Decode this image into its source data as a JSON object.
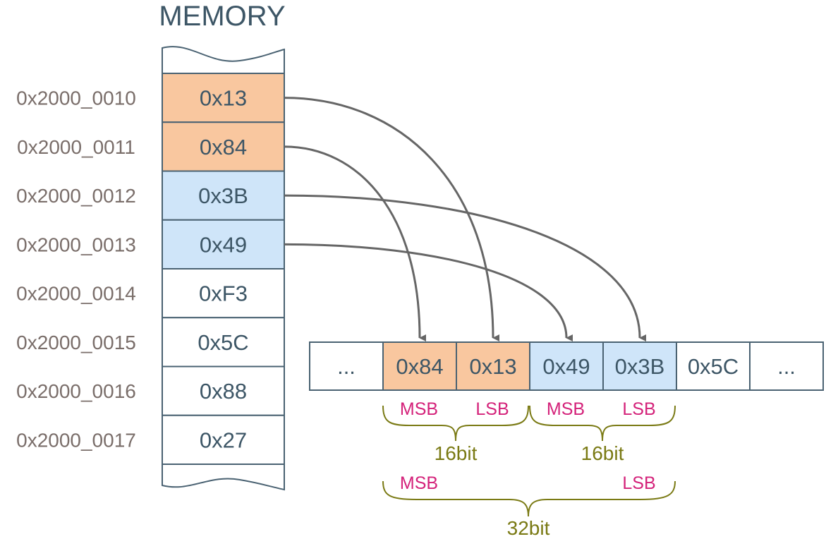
{
  "title": "MEMORY",
  "colors": {
    "orange_fill": "#f9c79f",
    "blue_fill": "#cfe5f9",
    "white_fill": "#ffffff",
    "cell_stroke": "#4a6272",
    "cell_text": "#3d5666",
    "address_text": "#7a6e6a",
    "arrow": "#666666",
    "brace": "#7a7a14",
    "byte_label": "#d4227a",
    "width_label": "#7a7a14"
  },
  "memory": {
    "cells": [
      {
        "address": "0x2000_0010",
        "value": "0x13",
        "fill": "orange"
      },
      {
        "address": "0x2000_0011",
        "value": "0x84",
        "fill": "orange"
      },
      {
        "address": "0x2000_0012",
        "value": "0x3B",
        "fill": "blue"
      },
      {
        "address": "0x2000_0013",
        "value": "0x49",
        "fill": "blue"
      },
      {
        "address": "0x2000_0014",
        "value": "0xF3",
        "fill": "white"
      },
      {
        "address": "0x2000_0015",
        "value": "0x5C",
        "fill": "white"
      },
      {
        "address": "0x2000_0016",
        "value": "0x88",
        "fill": "white"
      },
      {
        "address": "0x2000_0017",
        "value": "0x27",
        "fill": "white"
      }
    ]
  },
  "register": {
    "cells": [
      {
        "value": "...",
        "fill": "white"
      },
      {
        "value": "0x84",
        "fill": "orange"
      },
      {
        "value": "0x13",
        "fill": "orange"
      },
      {
        "value": "0x49",
        "fill": "blue"
      },
      {
        "value": "0x3B",
        "fill": "blue"
      },
      {
        "value": "0x5C",
        "fill": "white"
      },
      {
        "value": "...",
        "fill": "white"
      }
    ]
  },
  "mappings": [
    {
      "from_memory": 0,
      "to_register": 2
    },
    {
      "from_memory": 1,
      "to_register": 1
    },
    {
      "from_memory": 2,
      "to_register": 4
    },
    {
      "from_memory": 3,
      "to_register": 3
    }
  ],
  "braces": {
    "halfword_1": {
      "msb": "MSB",
      "lsb": "LSB",
      "label": "16bit"
    },
    "halfword_2": {
      "msb": "MSB",
      "lsb": "LSB",
      "label": "16bit"
    },
    "word": {
      "msb": "MSB",
      "lsb": "LSB",
      "label": "32bit"
    }
  }
}
